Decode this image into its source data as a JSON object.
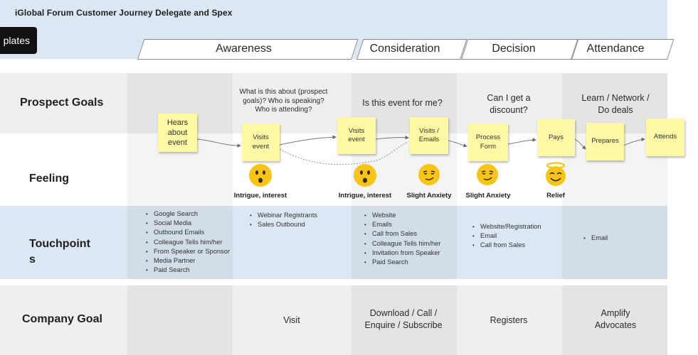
{
  "header": {
    "title": "iGlobal Forum Customer Journey Delegate and Spex",
    "templates_label": "plates"
  },
  "stages": [
    "Awareness",
    "Consideration",
    "Decision",
    "Attendance"
  ],
  "rows": {
    "prospect_goals": "Prospect Goals",
    "feeling": "Feeling",
    "touchpoints_line1": "Touchpoint",
    "touchpoints_line2": "s",
    "company_goal": "Company Goal"
  },
  "prospect_goals": {
    "awareness": "What is this about (prospect goals)? Who is speaking? Who is attending?",
    "consideration": "Is this event for me?",
    "decision_1": "Can I get a",
    "decision_2": "discount?",
    "attendance_1": "Learn / Network /",
    "attendance_2": "Do deals"
  },
  "stickies": {
    "hears_about_event": "Hears about event",
    "visits_event_1": "Visits event",
    "visits_event_2": "Visits event",
    "visits_emails": "Visits / Emails",
    "process_form": "Process Form",
    "pays": "Pays",
    "prepares": "Prepares",
    "attends": "Attends"
  },
  "feelings": {
    "awareness": "Intrigue, interest",
    "consideration_1": "Intrigue, interest",
    "consideration_2": "Slight Anxiety",
    "decision": "Slight Anxiety",
    "relief": "Relief"
  },
  "touchpoints": {
    "col1": [
      "Google Search",
      "Social Media",
      "Outbound Emails",
      "Colleague Tells him/her",
      "From Speaker or Sponsor",
      "Media Partner",
      "Paid Search"
    ],
    "col2": [
      "Webinar Registrants",
      "Sales Outbound"
    ],
    "consideration": [
      "Website",
      "Emails",
      "Call from Sales",
      "Colleague Tells him/her",
      "Invitation from Speaker",
      "Paid Search"
    ],
    "decision": [
      "Website/Registration",
      "Email",
      "Call from Sales"
    ],
    "attendance": [
      "Email"
    ]
  },
  "company_goal": {
    "awareness": "Visit",
    "consideration_1": "Download / Call /",
    "consideration_2": "Enquire / Subscribe",
    "decision": "Registers",
    "attendance_1": "Amplify",
    "attendance_2": "Advocates"
  },
  "colors": {
    "header_band": "#dbe7f2",
    "touchpoint_band": "#dbe7f2",
    "row_gray": "#f0f0f0",
    "sticky": "#fff9a6",
    "emoji": "#f7c518"
  }
}
